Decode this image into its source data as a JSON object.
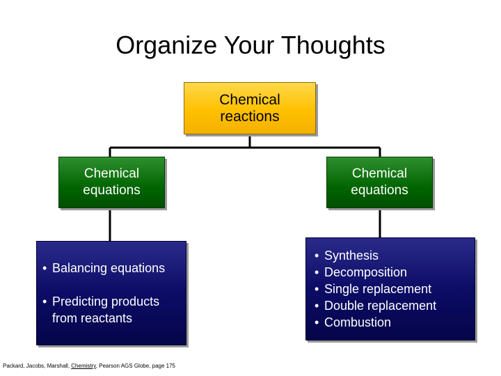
{
  "title": "Organize Your Thoughts",
  "root": {
    "line1": "Chemical",
    "line2": "reactions"
  },
  "branches": [
    {
      "label_line1": "Chemical",
      "label_line2": "equations",
      "items": [
        {
          "line1": "Balancing equations",
          "line2": ""
        },
        {
          "line1": "Predicting products",
          "line2": "from reactants"
        }
      ]
    },
    {
      "label_line1": "Chemical",
      "label_line2": "equations",
      "items": [
        {
          "line1": "Synthesis"
        },
        {
          "line1": "Decomposition"
        },
        {
          "line1": "Single replacement"
        },
        {
          "line1": "Double replacement"
        },
        {
          "line1": "Combustion"
        }
      ]
    }
  ],
  "bullet": "•",
  "citation": {
    "before": "Packard, Jacobs, Marshall, ",
    "book": "Chemistry",
    "after": ", Pearson AGS Globe, page 175"
  },
  "colors": {
    "root_fill": "#ffc000",
    "branch_fill": "#006400",
    "leaf_fill": "#0c0c66",
    "connector": "#000000"
  }
}
